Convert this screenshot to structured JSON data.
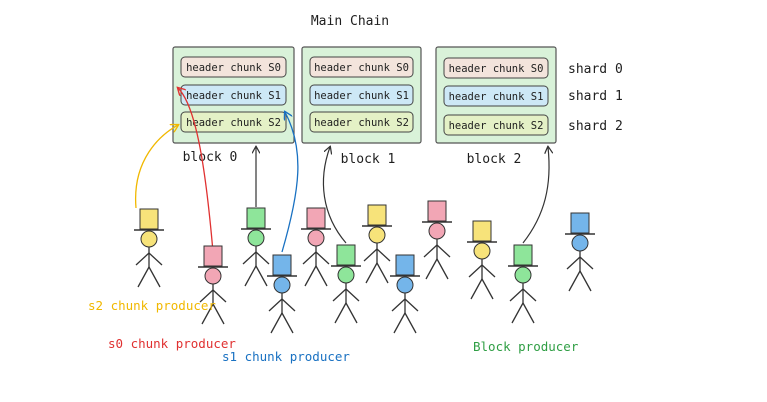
{
  "title": "Main Chain",
  "blocks": [
    {
      "label": "block 0",
      "chunks": [
        "header chunk S0",
        "header chunk S1",
        "header chunk S2"
      ]
    },
    {
      "label": "block 1",
      "chunks": [
        "header chunk S0",
        "header chunk S1",
        "header chunk S2"
      ]
    },
    {
      "label": "block 2",
      "chunks": [
        "header chunk S0",
        "header chunk S1",
        "header chunk S2"
      ]
    }
  ],
  "shards": [
    "shard 0",
    "shard 1",
    "shard 2"
  ],
  "legend": {
    "s2": "s2 chunk producer",
    "s0": "s0 chunk producer",
    "s1": "s1 chunk producer",
    "block": "Block producer"
  },
  "colors": {
    "block_bg": "#d9f2d9",
    "block_border": "#555555",
    "s0_chunk": "#f3e4dc",
    "s1_chunk": "#cde8f6",
    "s2_chunk": "#e4f1c6",
    "s0_producer": "#e03131",
    "s1_producer": "#1971c2",
    "s2_producer": "#f1b800",
    "block_producer": "#2f9e44",
    "hat_yellow": "#f7e37a",
    "hat_pink": "#f2a6b5",
    "hat_blue": "#74b5ea",
    "hat_green": "#8ee59a"
  },
  "icons": {
    "producer": "stick-figure-with-top-hat-icon"
  }
}
